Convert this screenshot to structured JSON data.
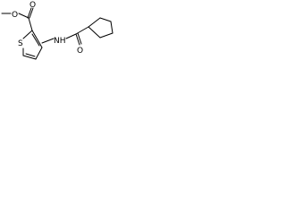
{
  "molecule": {
    "atoms": {
      "methoxy_oxygen": "O",
      "carbonyl_oxygen_ester": "O",
      "thiophene_sulfur": "S",
      "amide_nitrogen": "NH",
      "carbonyl_oxygen_amide": "O"
    },
    "colors": {
      "bond": "#000000",
      "label": "#000000",
      "background": "#ffffff"
    }
  }
}
